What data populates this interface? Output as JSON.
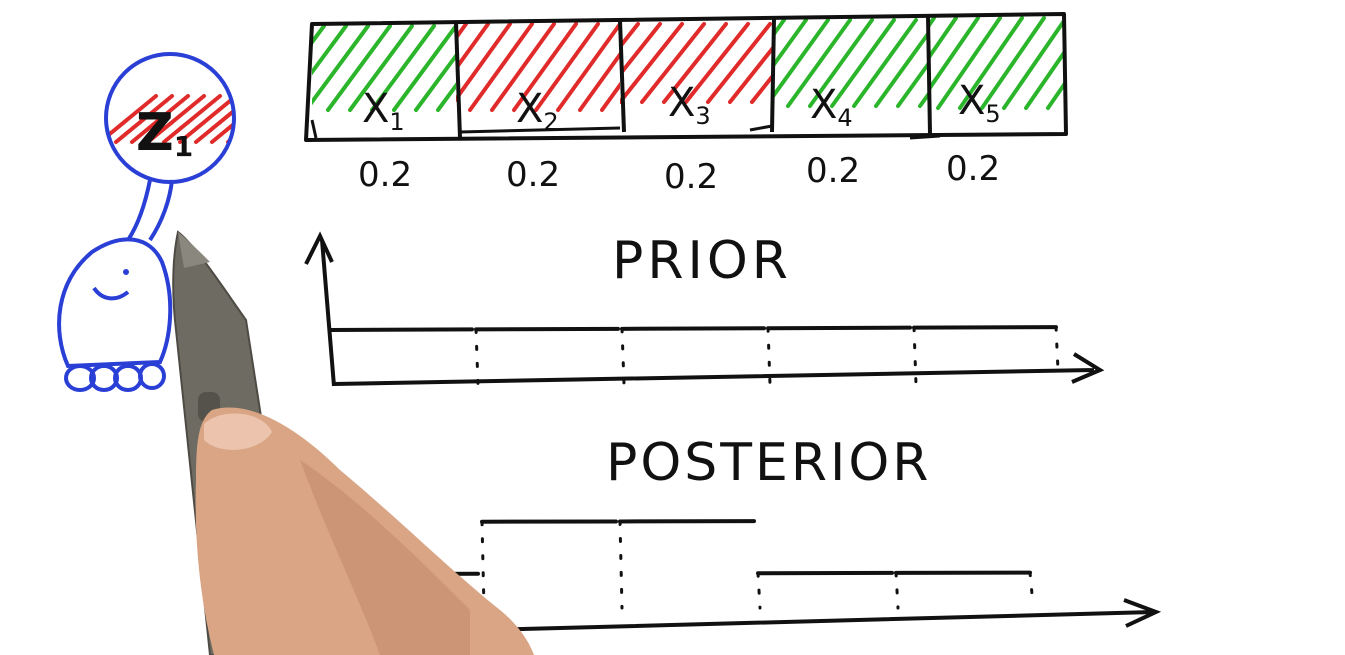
{
  "colors": {
    "ink": "#111111",
    "green": "#2bb52b",
    "red": "#e12a2a",
    "robot_blue": "#2a3fd6",
    "pen_body": "#6e6b63",
    "skin": "#d9a584"
  },
  "cells": [
    {
      "label_main": "X",
      "label_sub": "1",
      "hatch": "green",
      "prob": "0.2"
    },
    {
      "label_main": "X",
      "label_sub": "2",
      "hatch": "red",
      "prob": "0.2"
    },
    {
      "label_main": "X",
      "label_sub": "3",
      "hatch": "red",
      "prob": "0.2"
    },
    {
      "label_main": "X",
      "label_sub": "4",
      "hatch": "green",
      "prob": "0.2"
    },
    {
      "label_main": "X",
      "label_sub": "5",
      "hatch": "green",
      "prob": "0.2"
    }
  ],
  "robot": {
    "measurement_main": "Z",
    "measurement_sub": "1",
    "measurement_hatch": "red"
  },
  "prior": {
    "title": "PRIOR",
    "levels": [
      1,
      1,
      1,
      1,
      1
    ]
  },
  "posterior": {
    "title": "POSTERIOR",
    "levels": [
      0.333,
      1,
      1,
      0.333,
      0.333
    ]
  }
}
